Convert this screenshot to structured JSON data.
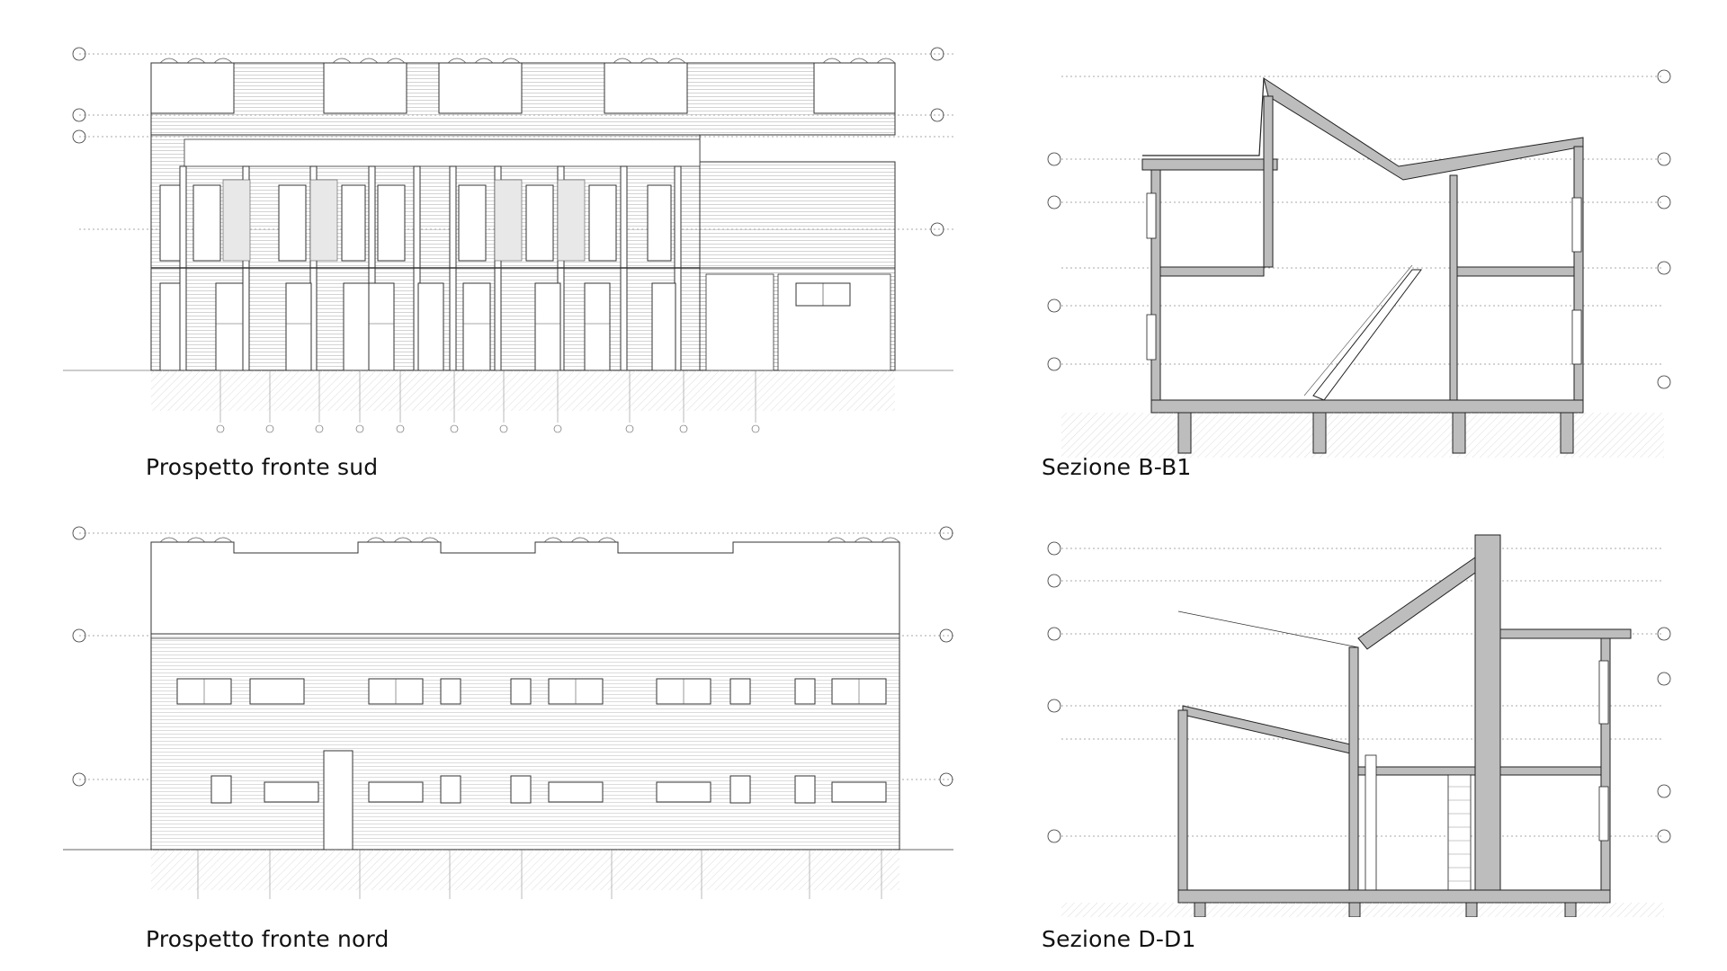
{
  "drawings": [
    {
      "id": "south",
      "caption": "Prospetto fronte sud"
    },
    {
      "id": "section_b",
      "caption": "Sezione B-B1"
    },
    {
      "id": "north",
      "caption": "Prospetto fronte nord"
    },
    {
      "id": "section_d",
      "caption": "Sezione D-D1"
    }
  ],
  "colors": {
    "line": "#222222",
    "hatch": "#888888",
    "wall": "#bdbdbd",
    "paper": "#ffffff"
  }
}
